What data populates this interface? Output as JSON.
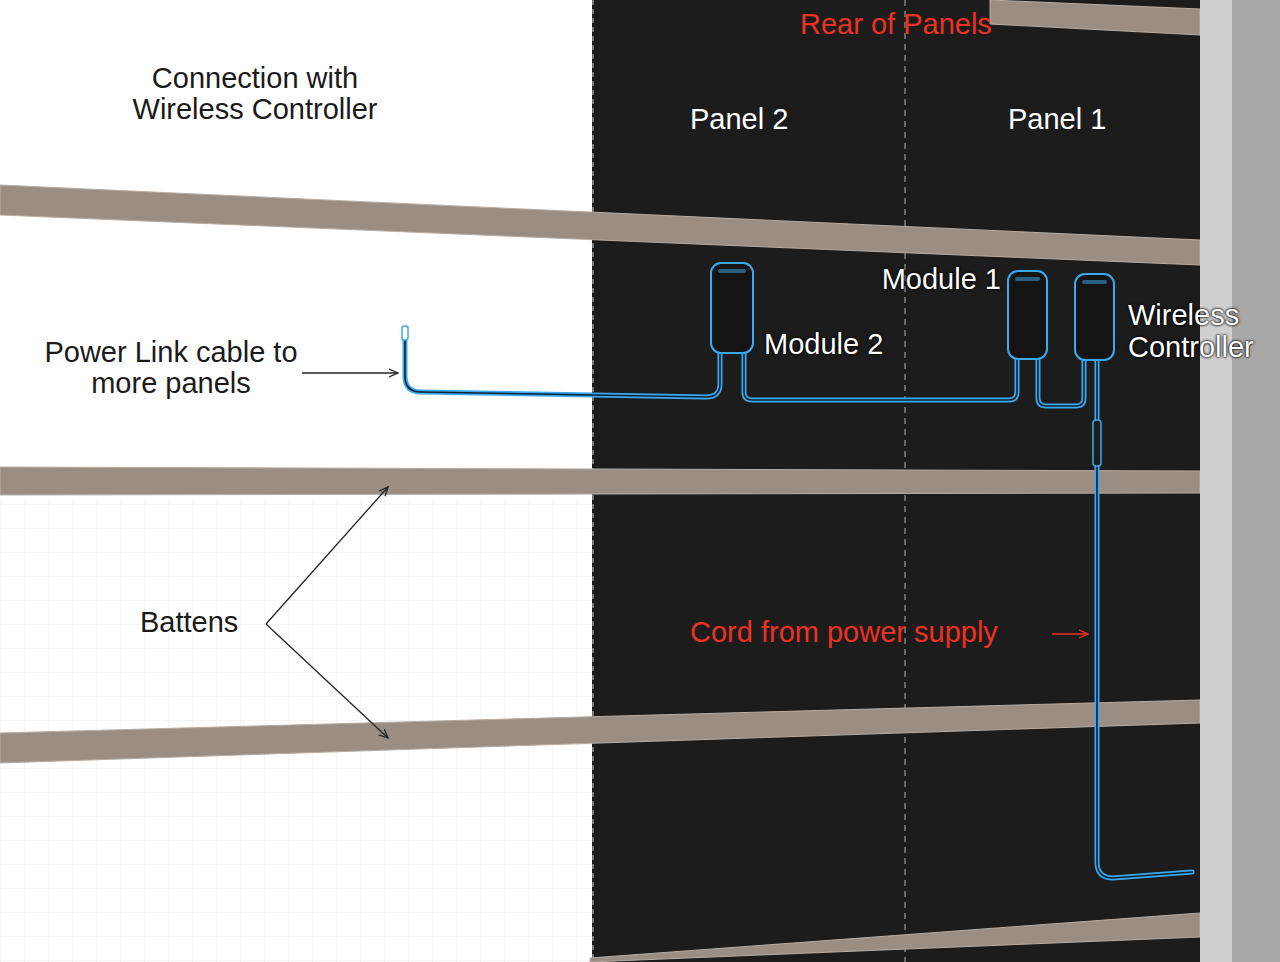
{
  "diagram": {
    "title": "Connection with Wireless Controller",
    "nodes": [
      {
        "text": [
          "Module 2"
        ]
      },
      {
        "text": [
          "Module 1"
        ]
      },
      {
        "text": [
          "Wireless Controller"
        ]
      }
    ],
    "edges": [
      {
        "from": 0,
        "to": 1,
        "arrow": "none"
      },
      {
        "from": 1,
        "to": 2,
        "arrow": "none"
      }
    ],
    "labels": [
      "Rear of Panels",
      "Panel 2",
      "Panel 1",
      "Power Link cable to more panels",
      "Battens",
      "Cord from power supply"
    ]
  }
}
